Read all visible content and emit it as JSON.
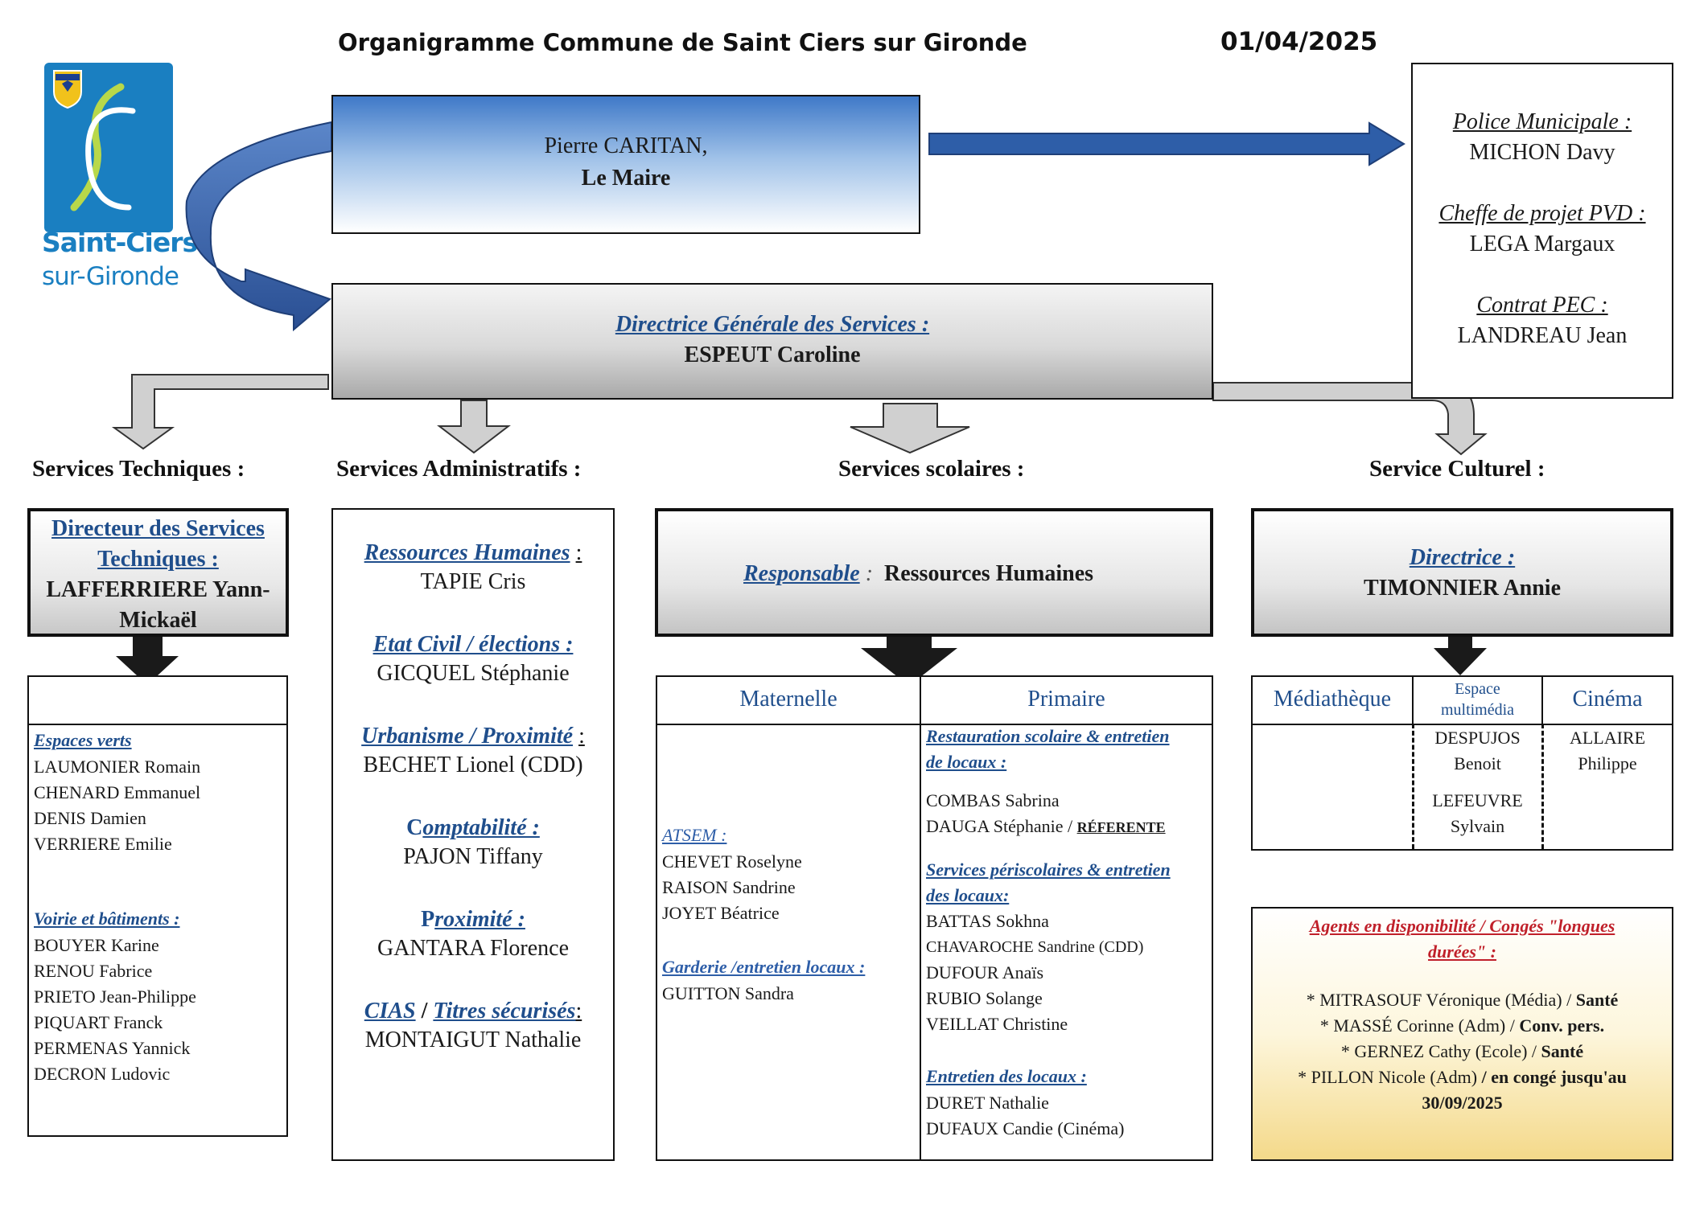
{
  "header": {
    "title": "Organigramme Commune de Saint Ciers sur Gironde",
    "date": "01/04/2025"
  },
  "logo": {
    "line1": "Saint-Ciers",
    "line2": "sur-Gironde"
  },
  "maire": {
    "name": "Pierre CARITAN,",
    "role": "Le Maire"
  },
  "side": {
    "police_label": "Police Municipale :",
    "police_name": "MICHON Davy",
    "pvd_label": "Cheffe de projet PVD :",
    "pvd_name": "LEGA Margaux",
    "pec_label": "Contrat PEC :",
    "pec_name": "LANDREAU Jean"
  },
  "dgs": {
    "label": "Directrice Générale des Services :",
    "name": "ESPEUT Caroline"
  },
  "sections": {
    "tech": "Services Techniques :",
    "admin": "Services Administratifs :",
    "scol": "Services scolaires :",
    "cult": "Service Culturel :"
  },
  "tech": {
    "dir_label_1": "Directeur des Services",
    "dir_label_2": "Techniques :",
    "dir_name_1": "LAFFERRIERE Yann-",
    "dir_name_2": "Mickaël",
    "espaces_label": "Espaces verts",
    "espaces": [
      "LAUMONIER Romain",
      "CHENARD Emmanuel",
      "DENIS Damien",
      "VERRIERE Emilie"
    ],
    "voirie_label": "Voirie et bâtiments :",
    "voirie": [
      "BOUYER Karine",
      "RENOU Fabrice",
      "PRIETO Jean-Philippe",
      "PIQUART Franck",
      "PERMENAS Yannick",
      "DECRON Ludovic"
    ]
  },
  "admin": {
    "rh_label": "Ressources Humaines",
    "rh_name": "TAPIE Cris",
    "ec_label": "Etat Civil / élections :",
    "ec_name": "GICQUEL Stéphanie",
    "urb_label": "Urbanisme / Proximité",
    "urb_name": "BECHET Lionel (CDD)",
    "compta_label_c": "C",
    "compta_label_rest": "omptabilité :",
    "compta_name": "PAJON Tiffany",
    "prox_label_p": "P",
    "prox_label_rest": "roximité :",
    "prox_name": "GANTARA Florence",
    "cias_label": "CIAS",
    "titres_label": "Titres sécurisés",
    "cias_name": "MONTAIGUT Nathalie",
    "colon": ":",
    "slash": "/"
  },
  "scol": {
    "resp_label": "Responsable",
    "resp_colon": ":",
    "resp_value": "Ressources Humaines",
    "mat_header": "Maternelle",
    "prim_header": "Primaire",
    "atsem_label": "ATSEM  :",
    "atsem": [
      "CHEVET Roselyne",
      "RAISON Sandrine",
      "JOYET Béatrice"
    ],
    "garderie_label": "Garderie /entretien locaux :",
    "garderie": [
      "GUITTON Sandra"
    ],
    "resto_label_1": "Restauration scolaire & entretien",
    "resto_label_2": "de locaux :",
    "resto_1": "COMBAS Sabrina",
    "resto_2": "DAUGA Stéphanie / ",
    "resto_2_ref": "RÉFERENTE",
    "peri_label_1": "Services périscolaires & entretien",
    "peri_label_2": "des locaux:",
    "peri": [
      "BATTAS Sokhna",
      "CHAVAROCHE Sandrine (CDD)",
      "DUFOUR Anaïs",
      "RUBIO Solange",
      "VEILLAT Christine"
    ],
    "entretien_label": "Entretien des locaux :",
    "entretien": [
      "DURET Nathalie",
      "DUFAUX Candie (Cinéma)"
    ]
  },
  "cult": {
    "dir_label": "Directrice :",
    "dir_name": "TIMONNIER Annie",
    "media_header": "Médiathèque",
    "multi_header_1": "Espace",
    "multi_header_2": "multimédia",
    "cinema_header": "Cinéma",
    "multi_1a": "DESPUJOS",
    "multi_1b": "Benoit",
    "multi_2a": "LEFEUVRE",
    "multi_2b": "Sylvain",
    "cinema_1a": "ALLAIRE",
    "cinema_1b": "Philippe"
  },
  "agents": {
    "title_1": "Agents en disponibilité / Congés \"longues",
    "title_2": "durées\" :",
    "rows": [
      {
        "text": "* MITRASOUF Véronique (Média) / ",
        "bold": "Santé"
      },
      {
        "text": "* MASSÉ Corinne (Adm) / ",
        "bold": "Conv. pers."
      },
      {
        "text": "* GERNEZ Cathy (Ecole) / ",
        "bold": "Santé"
      },
      {
        "text": "* PILLON Nicole (Adm) ",
        "bold": "/ en congé jusqu'au"
      }
    ],
    "last_date": "30/09/2025"
  },
  "colors": {
    "title_blue": "#1f4e8c",
    "arrow_blue": "#2e5ea8",
    "agents_red": "#c0202a"
  }
}
